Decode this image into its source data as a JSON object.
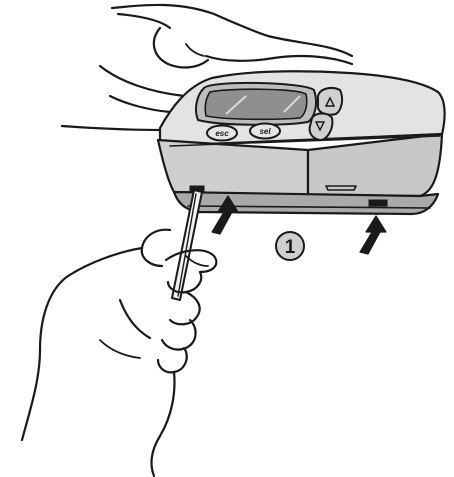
{
  "step": {
    "number": "1"
  },
  "device": {
    "buttons": {
      "left": "esc",
      "right": "sel"
    },
    "arrows": {
      "up": "up-arrow",
      "down": "down-arrow"
    }
  },
  "colors": {
    "ink": "#1a1a1a",
    "device_body": "#d6d6d6",
    "device_shade": "#b9b9b9",
    "display": "#8f8f8f",
    "step_badge": "#cfcfcf"
  }
}
